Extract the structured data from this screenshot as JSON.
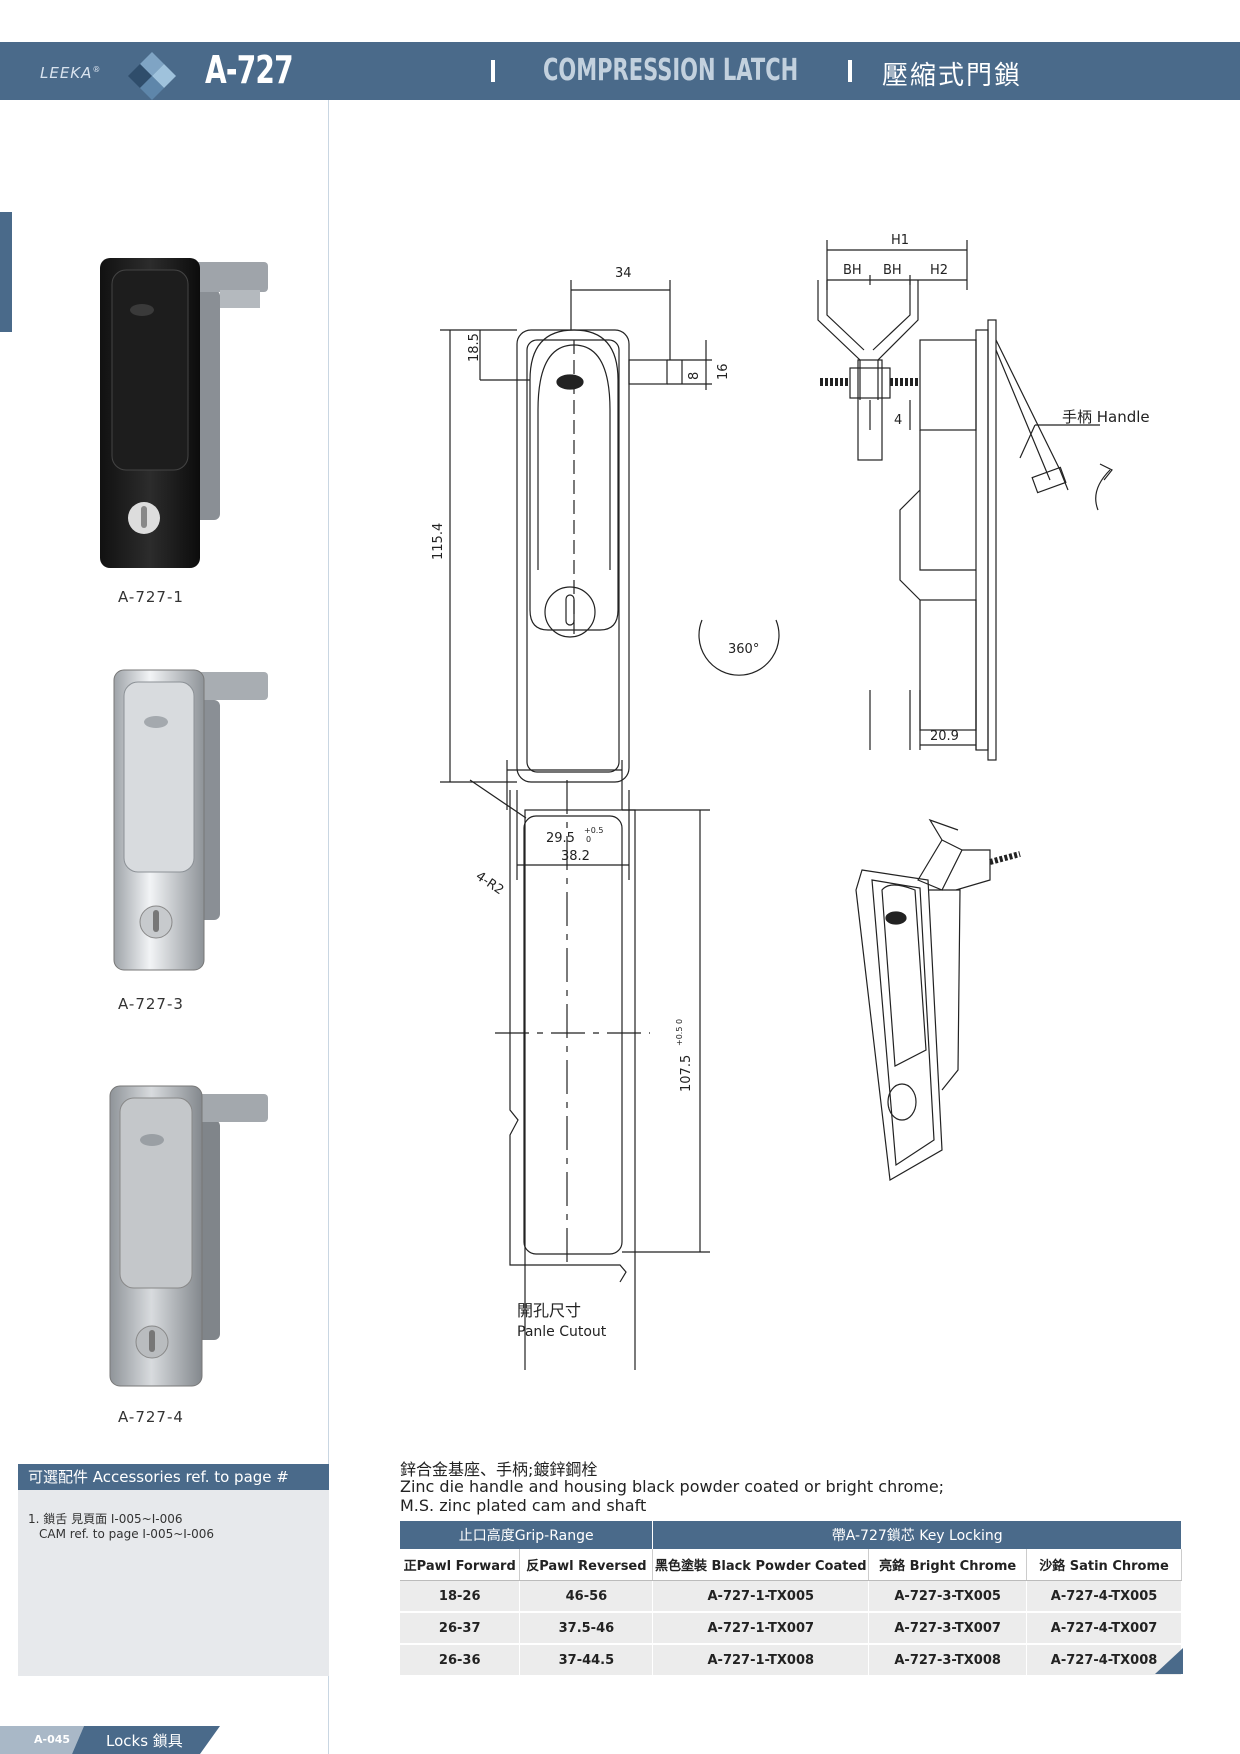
{
  "header": {
    "brand": "LEEKA",
    "brand_mark": "®",
    "model": "A-727",
    "title_en": "COMPRESSION LATCH",
    "title_cn": "壓縮式門鎖"
  },
  "products": [
    {
      "caption": "A-727-1",
      "finish": "black"
    },
    {
      "caption": "A-727-3",
      "finish": "bright-chrome"
    },
    {
      "caption": "A-727-4",
      "finish": "satin-chrome"
    }
  ],
  "drawing": {
    "dims": {
      "d34": "34",
      "d18_5": "18.5",
      "d115_4": "115.4",
      "d8": "8",
      "d16": "16",
      "d38_2": "38.2",
      "h1": "H1",
      "bh1": "BH",
      "bh2": "BH",
      "h2": "H2",
      "d4": "4",
      "d20_9": "20.9",
      "rot": "360°",
      "handle_label": "手柄 Handle",
      "cut_w": "29.5",
      "cut_w_tol_top": "+0.5",
      "cut_w_tol_bot": "0",
      "cut_h": "107.5",
      "cut_h_tol": "+0.5 0",
      "radius": "4-R2"
    },
    "cutout_cn": "開孔尺寸",
    "cutout_en": "Panle Cutout"
  },
  "accessories": {
    "title": "可選配件 Accessories ref. to page #",
    "line1": "1. 鎖舌 見頁面 I-005~I-006",
    "line2": "CAM  ref. to page I-005~I-006"
  },
  "description": {
    "cn": "鋅合金基座、手柄;鍍鋅鋼栓",
    "en1": "Zinc die handle and housing black powder coated or bright chrome;",
    "en2": "M.S. zinc plated cam and shaft"
  },
  "table": {
    "group_left": "止口高度Grip-Range",
    "group_right": "帶A-727鎖芯 Key Locking",
    "columns": [
      "正Pawl Forward",
      "反Pawl Reversed",
      "黑色塗裝 Black Powder Coated",
      "亮鉻 Bright Chrome",
      "沙鉻 Satin Chrome"
    ],
    "rows": [
      [
        "18-26",
        "46-56",
        "A-727-1-TX005",
        "A-727-3-TX005",
        "A-727-4-TX005"
      ],
      [
        "26-37",
        "37.5-46",
        "A-727-1-TX007",
        "A-727-3-TX007",
        "A-727-4-TX007"
      ],
      [
        "26-36",
        "37-44.5",
        "A-727-1-TX008",
        "A-727-3-TX008",
        "A-727-4-TX008"
      ]
    ]
  },
  "footer": {
    "page": "A-045",
    "section": "Locks 鎖具"
  },
  "colors": {
    "header_blue": "#4a6a8a",
    "header_light": "#c3d1de",
    "accent": "#4a6a8a"
  }
}
